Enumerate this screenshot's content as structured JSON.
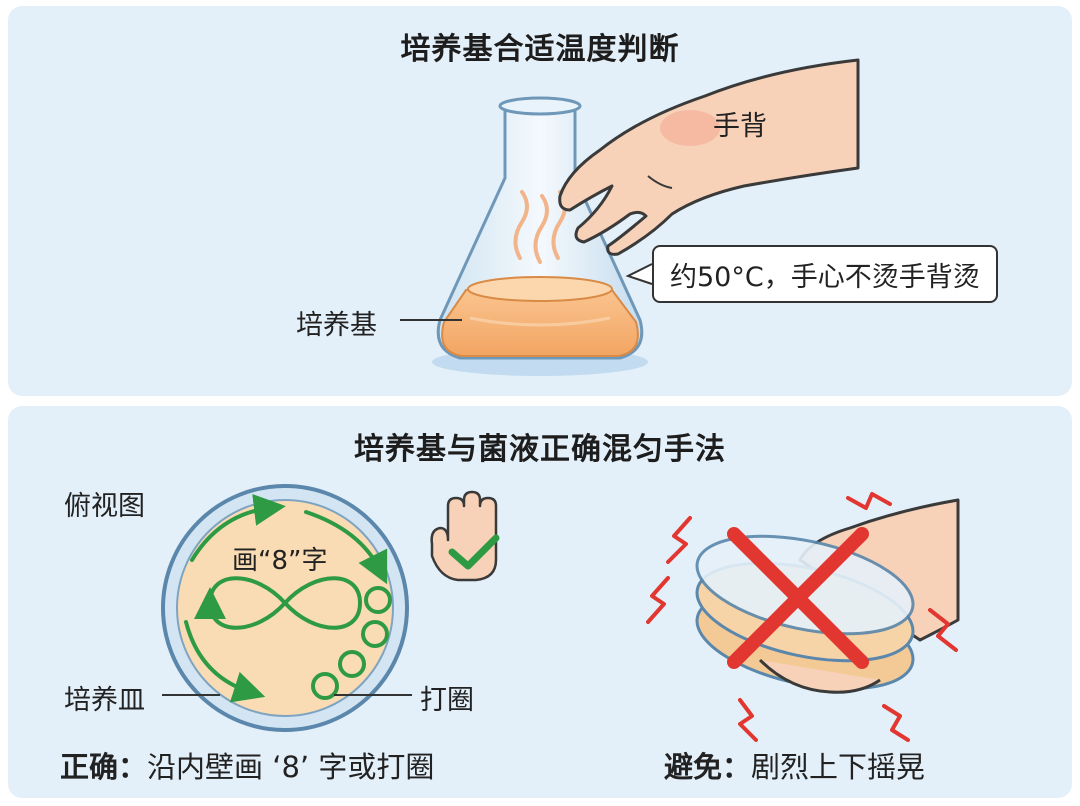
{
  "top_panel": {
    "title": "培养基合适温度判断",
    "label_back_of_hand": "手背",
    "callout_text": "约50°C，手心不烫手背烫",
    "label_medium": "培养基"
  },
  "bottom_panel": {
    "title": "培养基与菌液正确混匀手法",
    "label_top_view": "俯视图",
    "label_draw_eight": "画“8”字",
    "label_dish": "培养皿",
    "label_circle": "打圈",
    "correct_prefix": "正确：",
    "correct_text": "沿内壁画 ‘8’ 字或打圈",
    "avoid_prefix": "避免：",
    "avoid_text": "剧烈上下摇晃"
  },
  "colors": {
    "panel_bg": "#e4f0f9",
    "medium_orange": "#f6b67a",
    "arrow_green": "#2f9a44",
    "check_green": "#2f9a44",
    "cross_red": "#e23630",
    "shake_red": "#e23630",
    "skin": "#f8d2b8"
  },
  "icons": [
    "erlenmeyer-flask-icon",
    "hand-icon",
    "steam-icon",
    "check-hand-icon",
    "cross-icon",
    "petri-dish-icon"
  ]
}
